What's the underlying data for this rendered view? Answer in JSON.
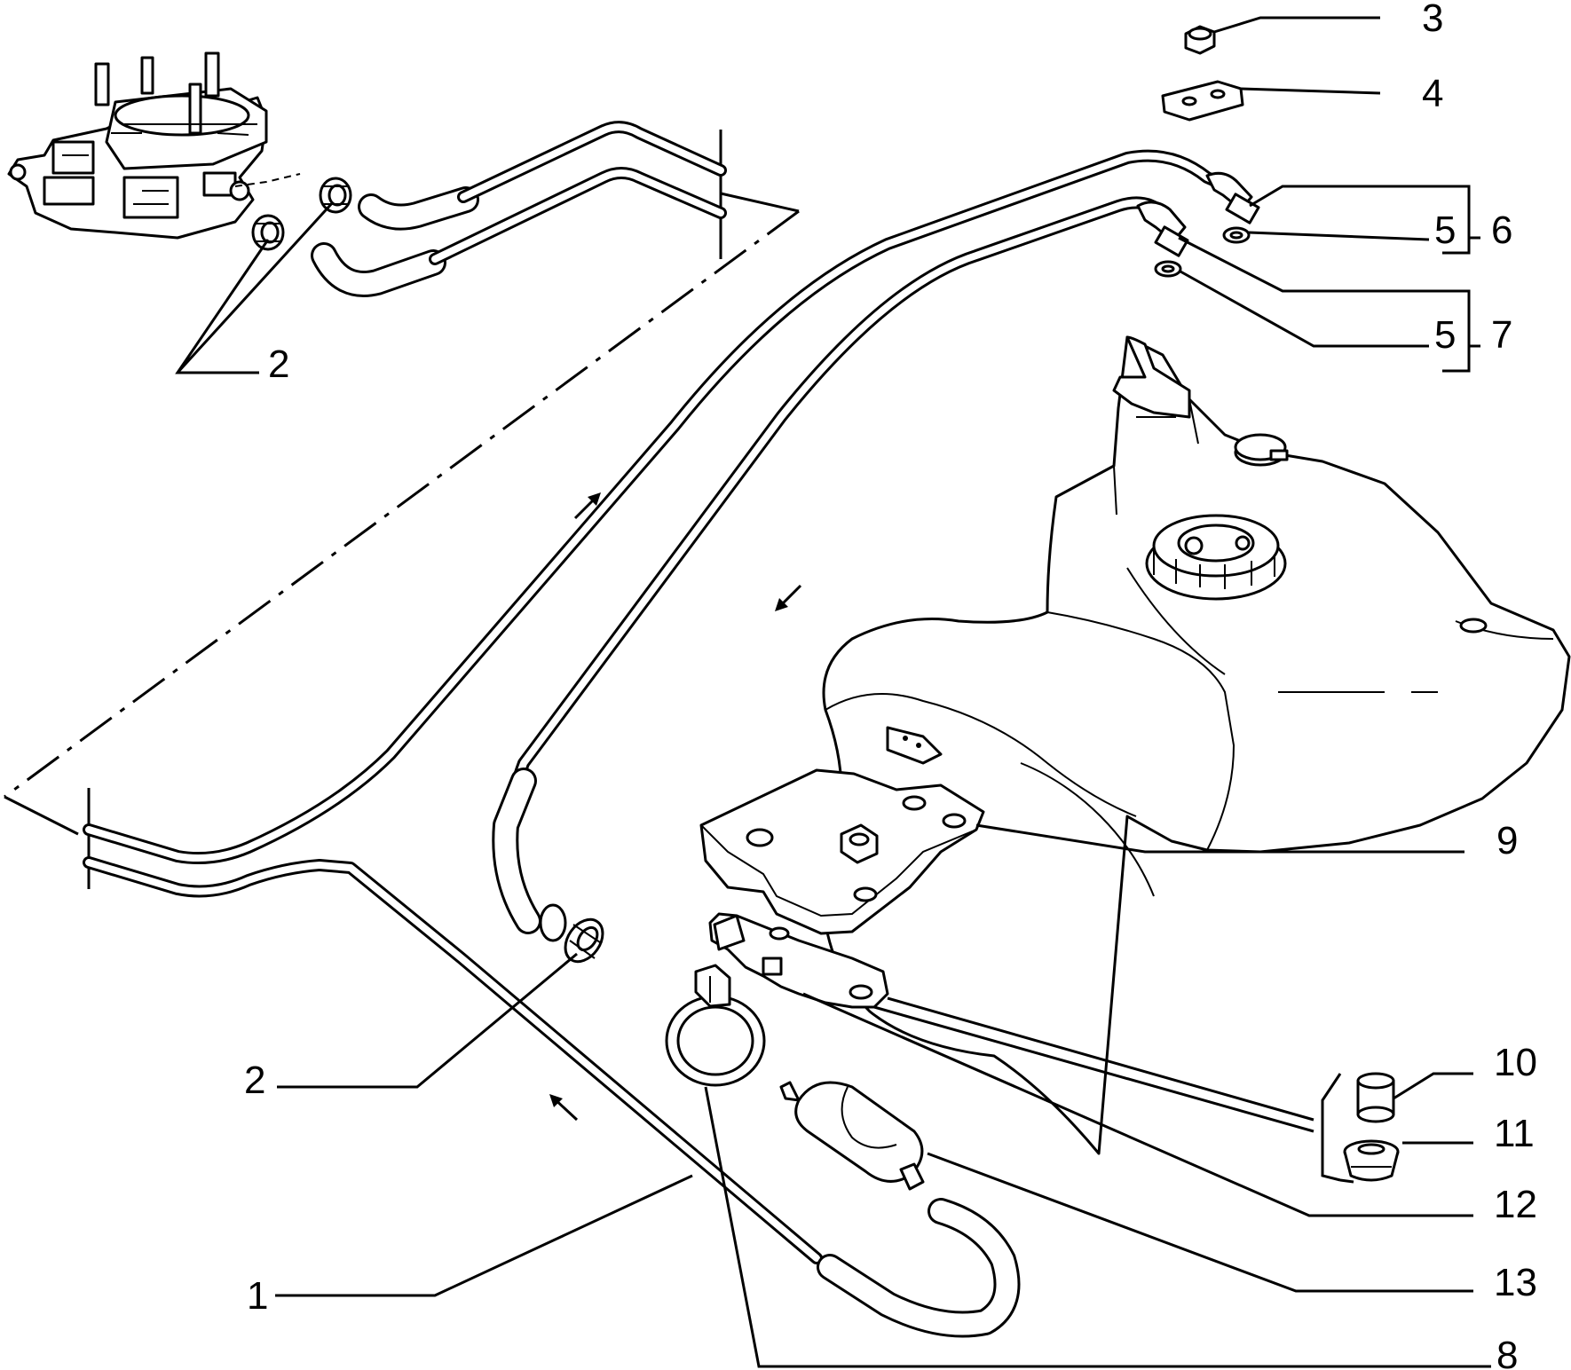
{
  "callouts": {
    "c1": "1",
    "c2_upper": "2",
    "c2_lower": "2",
    "c3": "3",
    "c4": "4",
    "c5_upper": "5",
    "c5_lower": "5",
    "c6": "6",
    "c7": "7",
    "c8": "8",
    "c9": "9",
    "c10": "10",
    "c11": "11",
    "c12": "12",
    "c13": "13"
  },
  "colors": {
    "ink": "#000000",
    "paper": "#ffffff"
  },
  "icons": {
    "flow_arrow": "arrow-icon",
    "carburettor": "carburettor-icon",
    "fuel_tank": "fuel-tank-icon",
    "fuel_filter": "fuel-filter-icon"
  }
}
